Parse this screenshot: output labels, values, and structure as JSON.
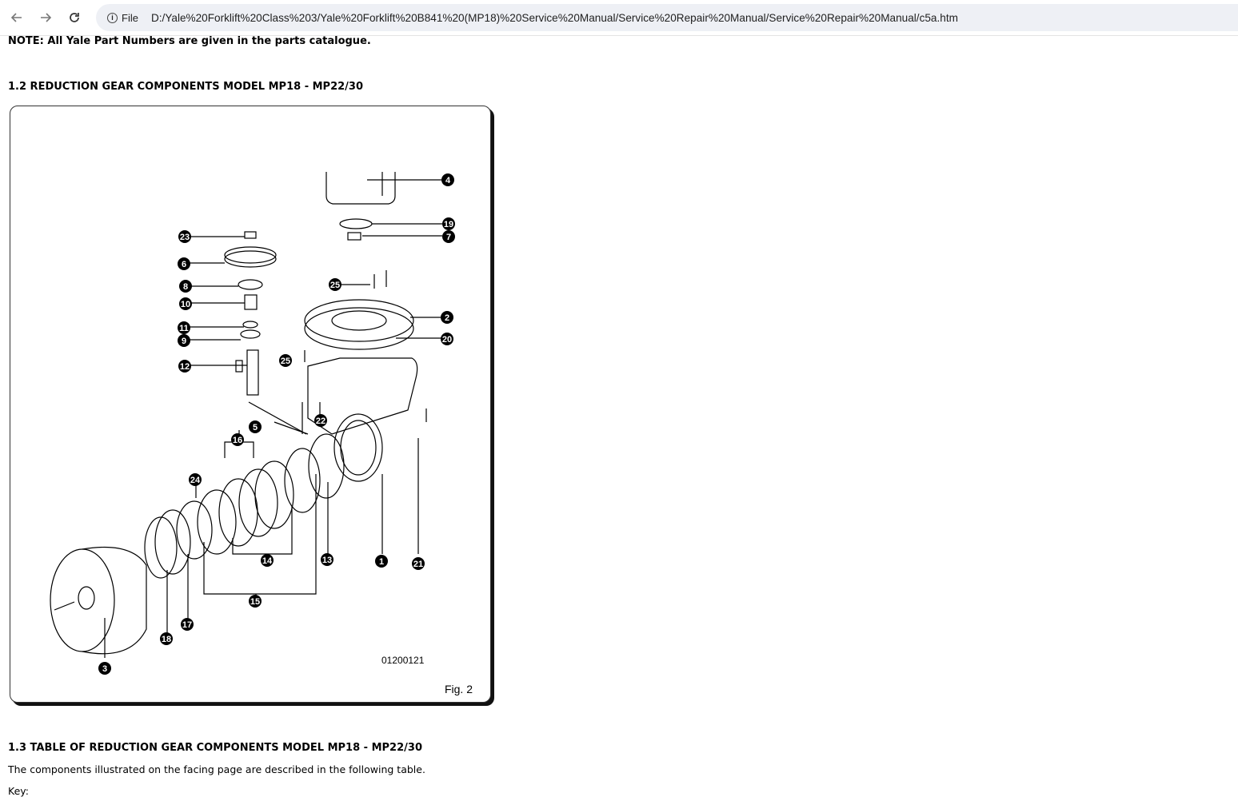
{
  "browser": {
    "back_icon": "arrow-left-icon",
    "forward_icon": "arrow-right-icon",
    "reload_icon": "reload-icon",
    "site_chip": "File",
    "url": "D:/Yale%20Forklift%20Class%203/Yale%20Forklift%20B841%20(MP18)%20Service%20Manual/Service%20Repair%20Manual/Service%20Repair%20Manual/c5a.htm"
  },
  "page": {
    "note": "NOTE: All Yale Part Numbers are given in the parts catalogue.",
    "section_1_2": "1.2 REDUCTION GEAR COMPONENTS MODEL MP18 - MP22/30",
    "figure": {
      "code": "01200121",
      "caption": "Fig. 2",
      "callouts": [
        "1",
        "2",
        "3",
        "4",
        "5",
        "6",
        "7",
        "8",
        "9",
        "10",
        "11",
        "12",
        "13",
        "14",
        "15",
        "16",
        "17",
        "18",
        "19",
        "20",
        "21",
        "22",
        "23",
        "24",
        "25",
        "25"
      ]
    },
    "section_1_3": "1.3 TABLE OF REDUCTION GEAR COMPONENTS MODEL MP18 - MP22/30",
    "description": "The components illustrated on the facing page are described in the following table.",
    "key": "Key:"
  }
}
